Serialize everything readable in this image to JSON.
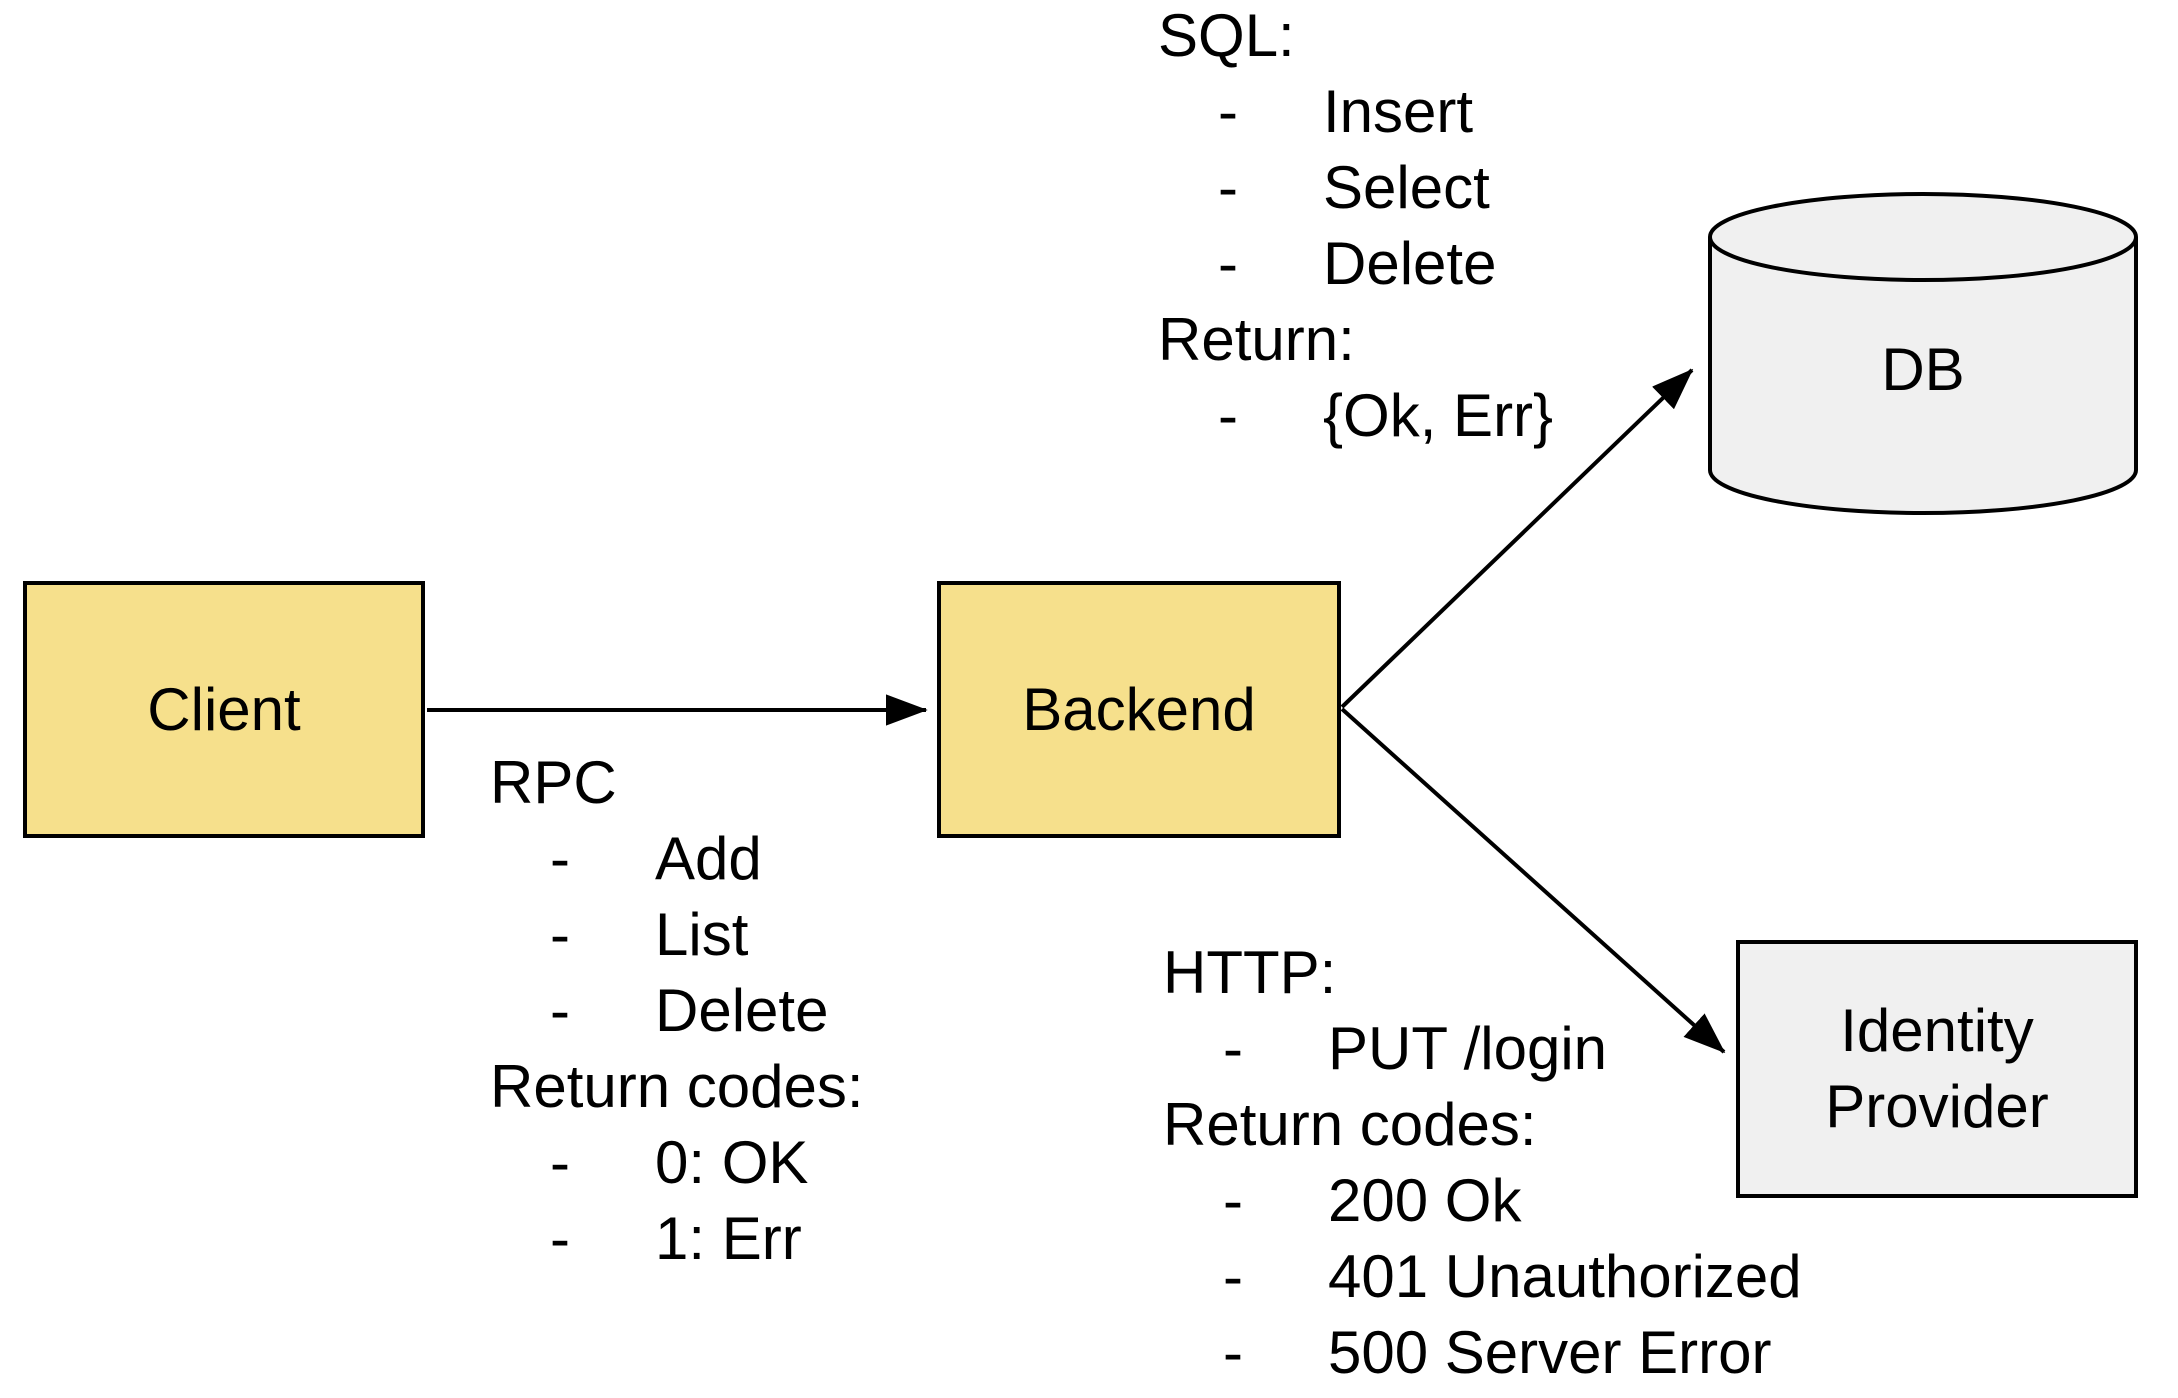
{
  "colors": {
    "node_fill_yellow": "#f6e08c",
    "node_fill_gray": "#f0f0f0",
    "stroke": "#000000",
    "background": "#ffffff"
  },
  "nodes": {
    "client": {
      "label": "Client"
    },
    "backend": {
      "label": "Backend"
    },
    "db": {
      "label": "DB"
    },
    "identity_provider": {
      "label": "Identity Provider"
    }
  },
  "edges": [
    {
      "from": "Client",
      "to": "Backend",
      "annotation": "rpc"
    },
    {
      "from": "Backend",
      "to": "DB",
      "annotation": "sql"
    },
    {
      "from": "Backend",
      "to": "Identity Provider",
      "annotation": "http"
    }
  ],
  "annotations": {
    "sql": {
      "lines": [
        {
          "dash": "",
          "text": "SQL:"
        },
        {
          "dash": "-",
          "text": "Insert"
        },
        {
          "dash": "-",
          "text": "Select"
        },
        {
          "dash": "-",
          "text": "Delete"
        },
        {
          "dash": "",
          "text": "Return:"
        },
        {
          "dash": "-",
          "text": "{Ok, Err}"
        }
      ]
    },
    "rpc": {
      "lines": [
        {
          "dash": "",
          "text": "RPC"
        },
        {
          "dash": "-",
          "text": "Add"
        },
        {
          "dash": "-",
          "text": "List"
        },
        {
          "dash": "-",
          "text": "Delete"
        },
        {
          "dash": "",
          "text": "Return codes:"
        },
        {
          "dash": "-",
          "text": "0: OK"
        },
        {
          "dash": "-",
          "text": "1: Err"
        }
      ]
    },
    "http": {
      "lines": [
        {
          "dash": "",
          "text": "HTTP:"
        },
        {
          "dash": "-",
          "text": "PUT /login"
        },
        {
          "dash": "",
          "text": "Return codes:"
        },
        {
          "dash": "-",
          "text": "200 Ok"
        },
        {
          "dash": "-",
          "text": "401 Unauthorized"
        },
        {
          "dash": "-",
          "text": "500 Server Error"
        }
      ]
    }
  }
}
